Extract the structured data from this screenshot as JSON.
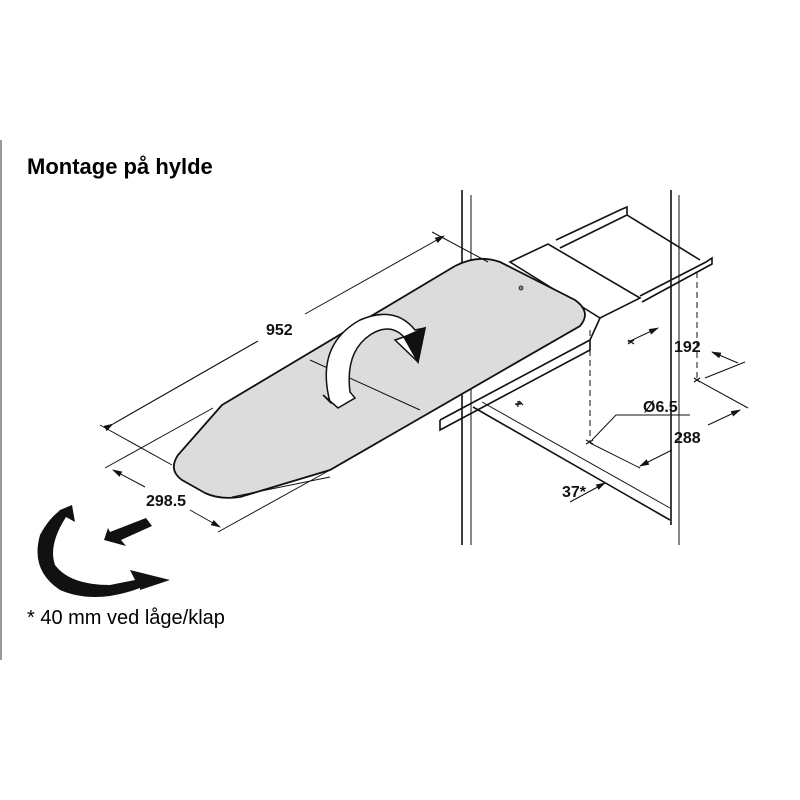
{
  "title": "Montage på hylde",
  "footnote": "* 40 mm ved låge/klap",
  "dimensions": {
    "length": "952",
    "width": "298.5",
    "hole_spacing_a": "192",
    "hole_diameter": "Ø6.5",
    "hole_spacing_b": "288",
    "edge_offset": "37*"
  },
  "colors": {
    "board": "#dcdcdc",
    "line": "#111111"
  }
}
